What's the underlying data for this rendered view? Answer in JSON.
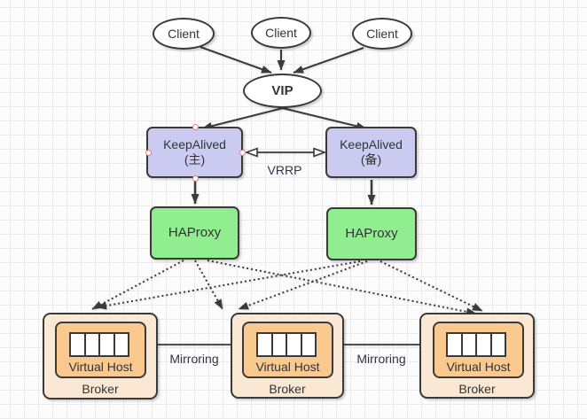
{
  "diagram": {
    "clients": [
      {
        "label": "Client"
      },
      {
        "label": "Client"
      },
      {
        "label": "Client"
      }
    ],
    "vip": {
      "label": "VIP"
    },
    "keepalived_primary": {
      "title": "KeepAlived",
      "subtitle": "(主)"
    },
    "keepalived_backup": {
      "title": "KeepAlived",
      "subtitle": "(备)"
    },
    "vrrp": {
      "label": "VRRP"
    },
    "haproxy_left": {
      "label": "HAProxy"
    },
    "haproxy_right": {
      "label": "HAProxy"
    },
    "brokers": [
      {
        "virtual_host_label": "Virtual Host",
        "broker_label": "Broker",
        "queue_cells": 4
      },
      {
        "virtual_host_label": "Virtual Host",
        "broker_label": "Broker",
        "queue_cells": 4
      },
      {
        "virtual_host_label": "Virtual Host",
        "broker_label": "Broker",
        "queue_cells": 4
      }
    ],
    "mirroring": [
      {
        "label": "Mirroring"
      },
      {
        "label": "Mirroring"
      }
    ],
    "colors": {
      "keepalived_fill": "#cbcbf2",
      "haproxy_fill": "#90ee90",
      "broker_outer_fill": "#fae8d4",
      "broker_inner_fill": "#f9c98f",
      "stroke": "#3a3a3a",
      "edge_label_text": "#333344",
      "connection_handle_stroke": "#de8383",
      "grid_line": "#e9e9ee"
    }
  }
}
